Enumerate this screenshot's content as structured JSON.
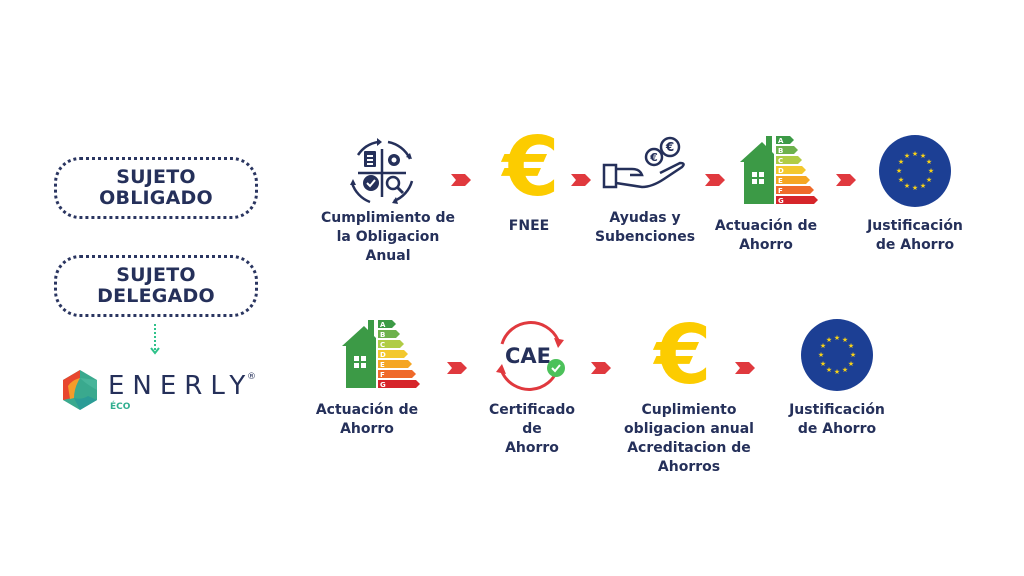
{
  "left_panel": {
    "boxes": [
      {
        "label": "SUJETO\nOBLIGADO"
      },
      {
        "label": "SUJETO\nDELEGADO"
      }
    ],
    "brand": {
      "name": "ENERLY",
      "registered": "®",
      "sub": "ÉCO"
    }
  },
  "flow_top": [
    {
      "icon": "process-cycle-icon",
      "label": "Cumplimiento de\nla Obligacion\nAnual"
    },
    {
      "icon": "euro-icon",
      "label": "FNEE"
    },
    {
      "icon": "hand-coins-icon",
      "label": "Ayudas y\nSubenciones"
    },
    {
      "icon": "energy-rating-house-icon",
      "label": "Actuación de\nAhorro"
    },
    {
      "icon": "eu-flag-icon",
      "label": "Justificación\nde Ahorro"
    }
  ],
  "flow_bottom": [
    {
      "icon": "energy-rating-house-icon",
      "label": "Actuación de\nAhorro"
    },
    {
      "icon": "cae-certificate-icon",
      "label": "Certificado\nde\nAhorro",
      "icon_text": "CAE"
    },
    {
      "icon": "euro-icon",
      "label": "Cuplimiento\nobligacion anual\nAcreditacion de\nAhorros"
    },
    {
      "icon": "eu-flag-icon",
      "label": "Justificación\nde Ahorro"
    }
  ],
  "energy_ratings": [
    "A",
    "B",
    "C",
    "D",
    "E",
    "F",
    "G"
  ],
  "colors": {
    "navy": "#25305a",
    "arrow_red": "#e0393e",
    "euro_yellow": "#fccc00",
    "eu_blue": "#1c3f94",
    "eu_star": "#f7d117",
    "house_green": "#3c9a46",
    "dotted_green": "#2fc28a",
    "check_green": "#4cc15a"
  }
}
